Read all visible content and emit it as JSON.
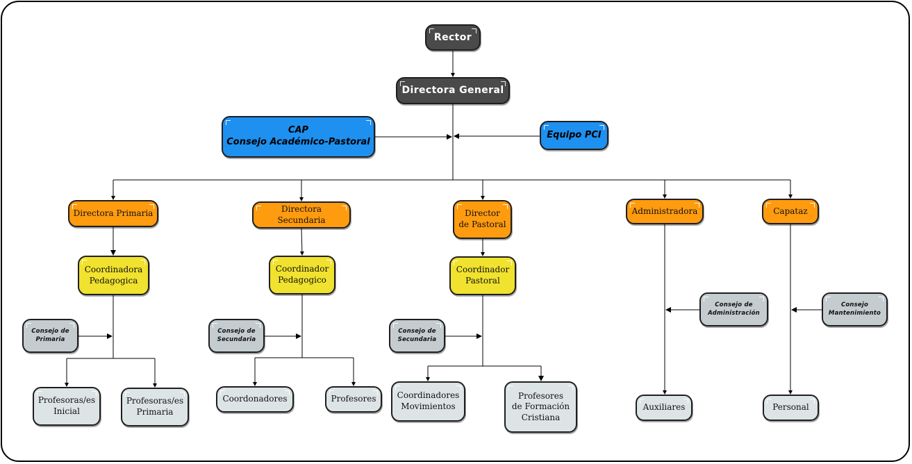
{
  "nodes": {
    "rector": "Rector",
    "directora_general": "Directora General",
    "cap_line1": "CAP",
    "cap_line2": "Consejo Académico-Pastoral",
    "equipo_pci": "Equipo PCI",
    "directora_primaria": "Directora Primaria",
    "directora_secundaria": "Directora Secundaria",
    "director_pastoral": "Director\nde Pastoral",
    "administradora": "Administradora",
    "capataz": "Capataz",
    "coord_pedagogica_primaria": "Coordinadora\nPedagogica",
    "coord_pedagogico_secundaria": "Coordinador\nPedagogico",
    "coord_pastoral": "Coordinador\nPastoral",
    "consejo_primaria": "Consejo de\nPrimaria",
    "consejo_secundaria_1": "Consejo de\nSecundaria",
    "consejo_secundaria_2": "Consejo de\nSecundaria",
    "consejo_administracion": "Consejo de\nAdministración",
    "consejo_mantenimiento": "Consejo\nMantenimiento",
    "profesores_inicial": "Profesoras/es\nInicial",
    "profesores_primaria": "Profesoras/es\nPrimaria",
    "coordonadores": "Coordonadores",
    "profesores": "Profesores",
    "coordinadores_movimientos": "Coordinadores\nMovimientos",
    "profesores_formacion": "Profesores\nde Formación\nCristiana",
    "auxiliares": "Auxiliares",
    "personal": "Personal"
  },
  "colors": {
    "dark": "#4a4a4a",
    "blue": "#1e90f0",
    "orange": "#ff9b0f",
    "yellow": "#f0e22e",
    "gray": "#c5ccd0",
    "light": "#dde4e6"
  }
}
